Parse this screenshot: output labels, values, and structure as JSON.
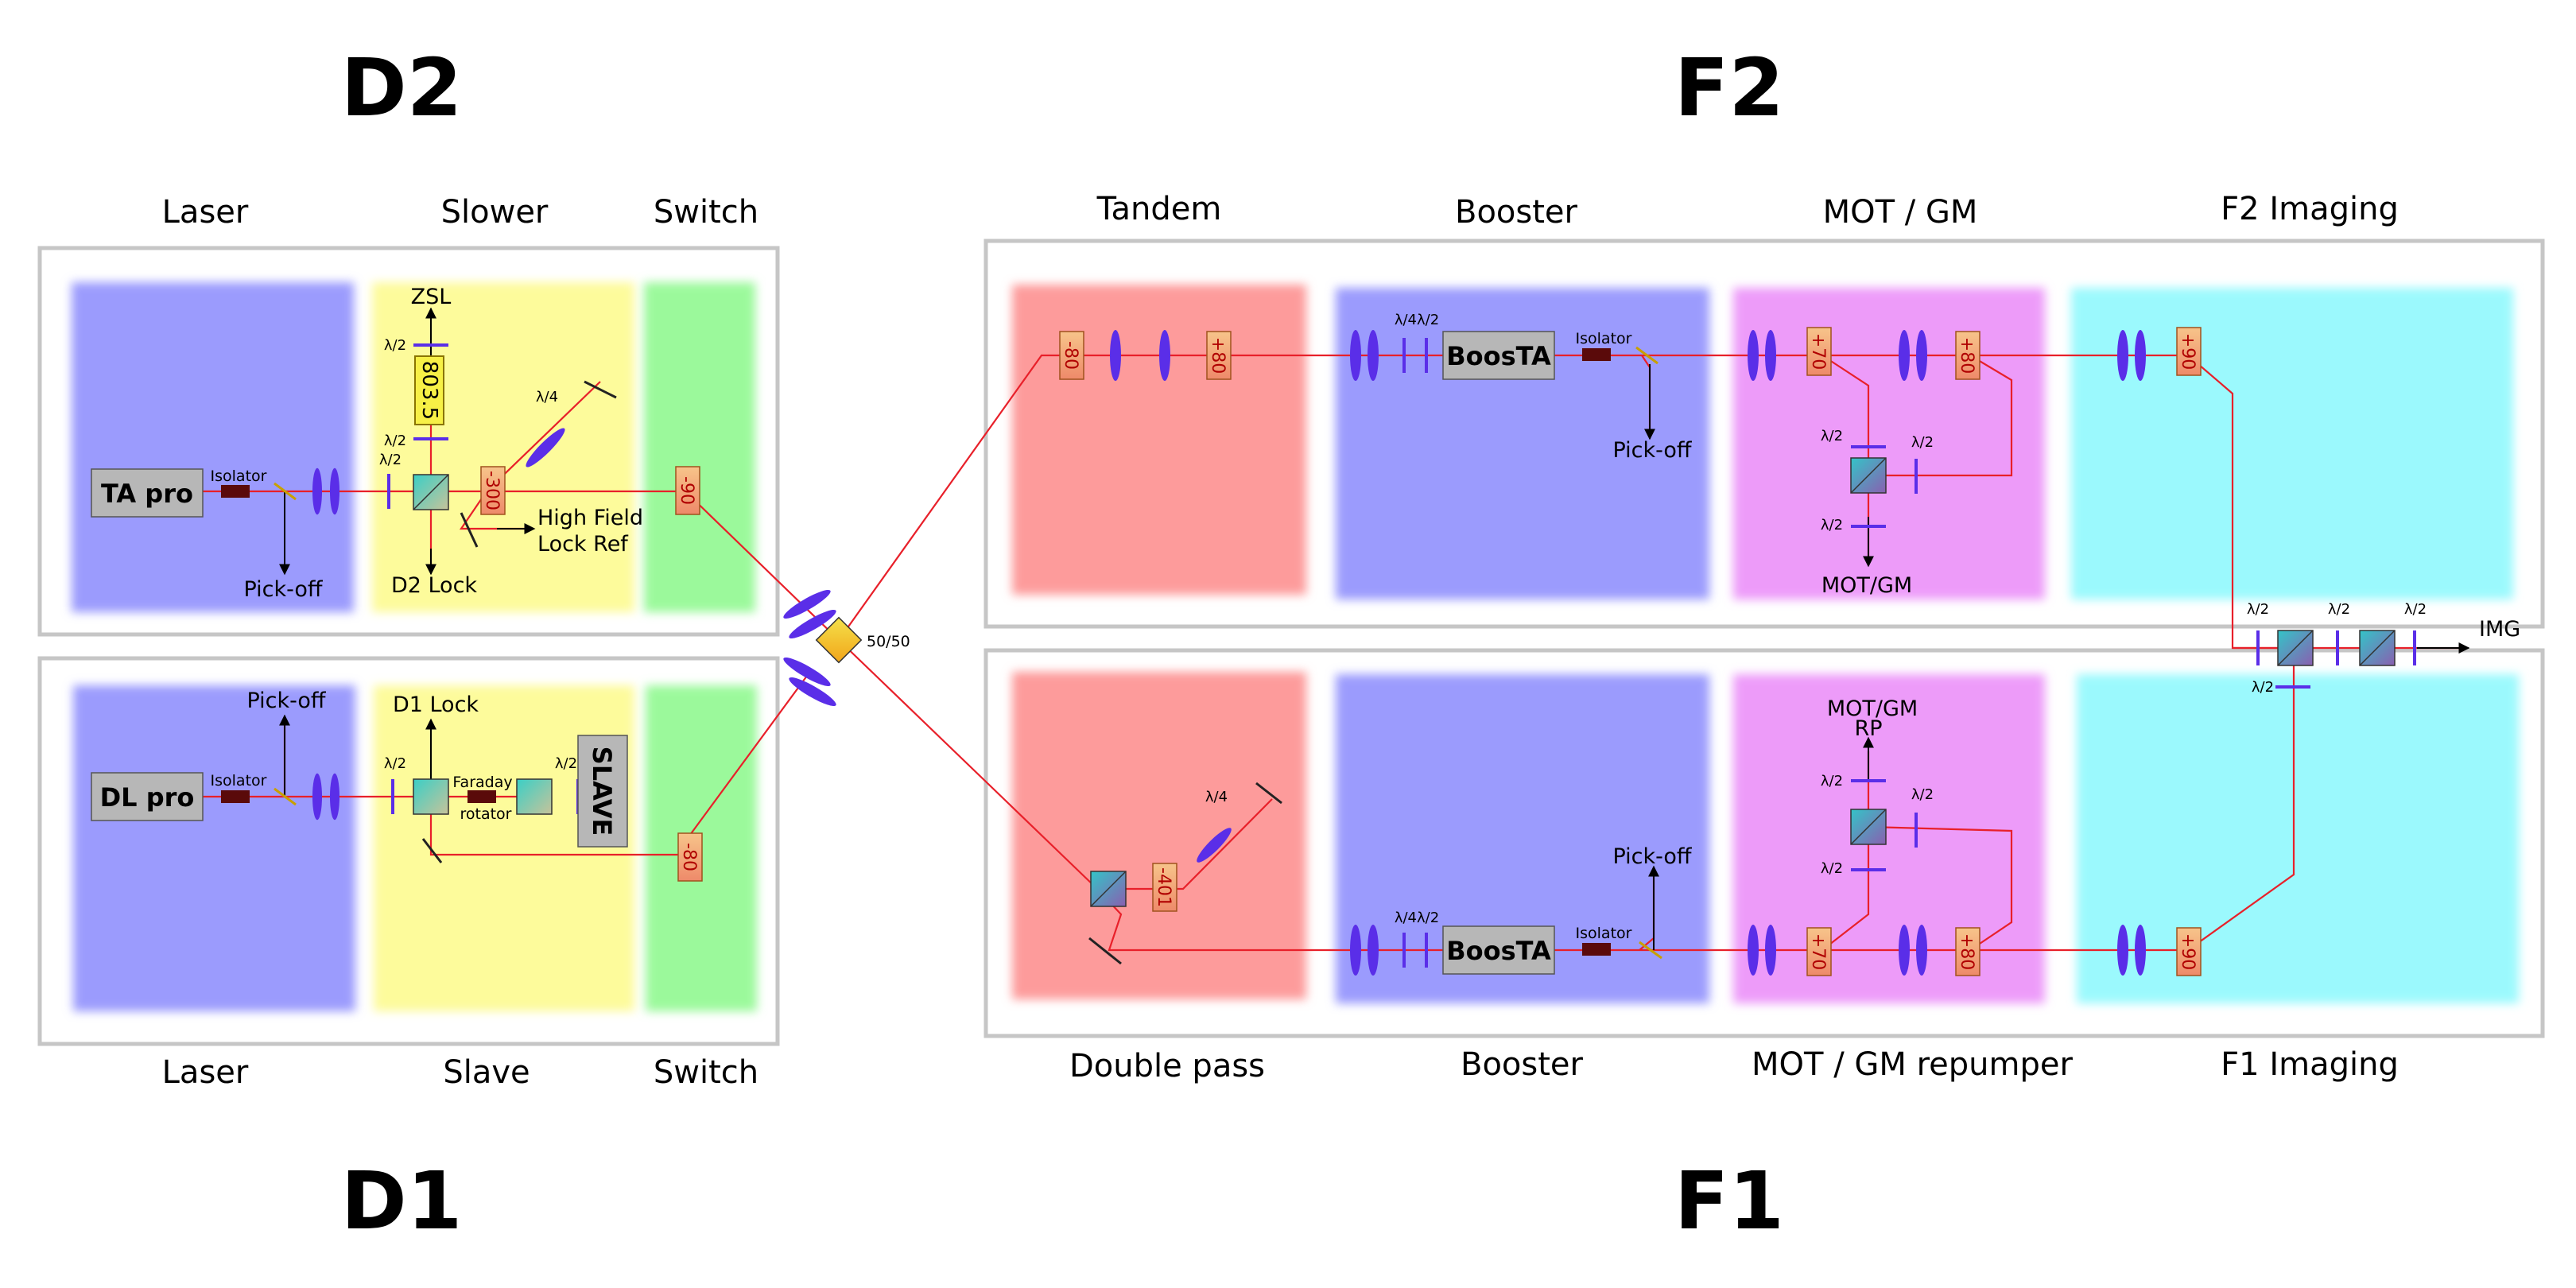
{
  "titles": {
    "d2": "D2",
    "d1": "D1",
    "f2": "F2",
    "f1": "F1"
  },
  "sections": {
    "d2_top": [
      "Laser",
      "Slower",
      "Switch"
    ],
    "d1_bottom": [
      "Laser",
      "Slave",
      "Switch"
    ],
    "f2_top": [
      "Tandem",
      "Booster",
      "MOT / GM",
      "F2 Imaging"
    ],
    "f1_bottom": [
      "Double pass",
      "Booster",
      "MOT / GM repumper",
      "F1 Imaging"
    ]
  },
  "devices": {
    "ta_pro": "TA pro",
    "dl_pro": "DL pro",
    "slave": "SLAVE",
    "boosta_top": "BoosTA",
    "boosta_bottom": "BoosTA",
    "zsl_aom": "803.5"
  },
  "labels": {
    "isolator": "Isolator",
    "pickoff": "Pick-off",
    "zsl": "ZSL",
    "d2_lock": "D2 Lock",
    "high_field_1": "High Field",
    "high_field_2": "Lock Ref",
    "d1_lock": "D1 Lock",
    "faraday_1": "Faraday",
    "faraday_2": "rotator",
    "fifty": "50/50",
    "mot_gm": "MOT/GM",
    "mot_gm_rp_1": "MOT/GM",
    "mot_gm_rp_2": "RP",
    "img": "IMG",
    "half_wave": "λ/2",
    "quarter_wave": "λ/4",
    "quarter_half": "λ/4λ/2"
  },
  "aoms": {
    "d2_slower": "-300",
    "d2_switch": "-90",
    "d1_switch": "-80",
    "tandem_in": "-80",
    "tandem_out": "+80",
    "mot_1": "+70",
    "mot_2": "+80",
    "f2_img": "+90",
    "double_pass": "-401",
    "rp_1": "+70",
    "rp_2": "+80",
    "f1_img": "+90"
  },
  "colors": {
    "laser_region": "#9b9bfd",
    "slower_region": "#fdfb9b",
    "switch_region": "#9bf99b",
    "tandem_region": "#fd9b9b",
    "mot_region": "#ed9bf9",
    "imaging_region": "#9bf9fd",
    "beam": "#e8202a",
    "lens": "#5a2ee8"
  }
}
